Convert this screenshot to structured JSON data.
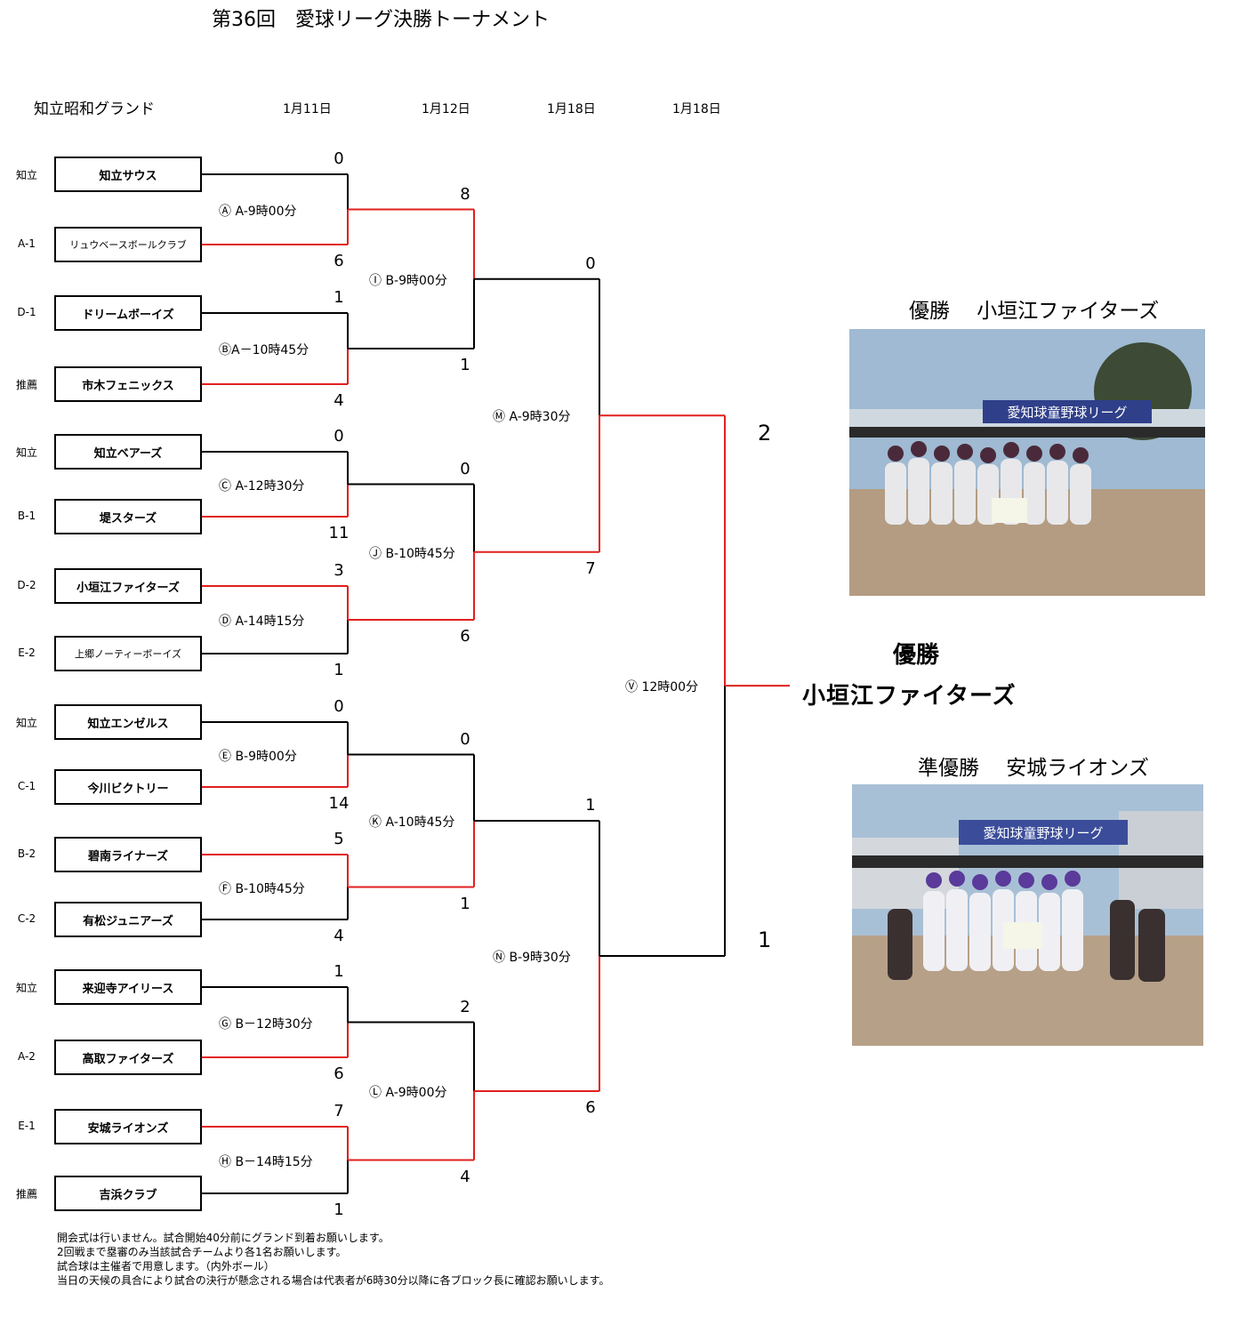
{
  "title": "第36回　愛球リーグ決勝トーナメント",
  "venue": "知立昭和グランド",
  "dates": [
    "1月11日",
    "1月12日",
    "1月18日",
    "1月18日"
  ],
  "teams": [
    {
      "name": "知立サウス",
      "seed": "知立"
    },
    {
      "name": "リュウベースボールクラブ",
      "seed": "A-1"
    },
    {
      "name": "ドリームボーイズ",
      "seed": "D-1"
    },
    {
      "name": "市木フェニックス",
      "seed": "推薦"
    },
    {
      "name": "知立ベアーズ",
      "seed": "知立"
    },
    {
      "name": "堤スターズ",
      "seed": "B-1"
    },
    {
      "name": "小垣江ファイターズ",
      "seed": "D-2"
    },
    {
      "name": "上郷ノーティーボーイズ",
      "seed": "E-2"
    },
    {
      "name": "知立エンゼルス",
      "seed": "知立"
    },
    {
      "name": "今川ビクトリー",
      "seed": "C-1"
    },
    {
      "name": "碧南ライナーズ",
      "seed": "B-2"
    },
    {
      "name": "有松ジュニアーズ",
      "seed": "C-2"
    },
    {
      "name": "来迎寺アイリース",
      "seed": "知立"
    },
    {
      "name": "高取ファイターズ",
      "seed": "A-2"
    },
    {
      "name": "安城ライオンズ",
      "seed": "E-1"
    },
    {
      "name": "吉浜クラブ",
      "seed": "推薦"
    }
  ],
  "games": [
    {
      "label": "Ⓐ  A-9時00分",
      "top_score": "0",
      "bottom_score": "6",
      "winner": "bottom"
    },
    {
      "label": "ⒷA－10時45分",
      "top_score": "1",
      "bottom_score": "4",
      "winner": "bottom"
    },
    {
      "label": "Ⓒ  A-12時30分",
      "top_score": "0",
      "bottom_score": "11",
      "winner": "bottom"
    },
    {
      "label": "Ⓓ  A-14時15分",
      "top_score": "3",
      "bottom_score": "1",
      "winner": "top"
    },
    {
      "label": "Ⓔ    B-9時00分",
      "top_score": "0",
      "bottom_score": "14",
      "winner": "bottom"
    },
    {
      "label": "Ⓕ    B-10時45分",
      "top_score": "5",
      "bottom_score": "4",
      "winner": "top"
    },
    {
      "label": "Ⓖ  B－12時30分",
      "top_score": "1",
      "bottom_score": "6",
      "winner": "bottom"
    },
    {
      "label": "Ⓗ  B－14時15分",
      "top_score": "7",
      "bottom_score": "1",
      "winner": "top"
    },
    {
      "label": "Ⓘ  B-9時00分",
      "top_score": "8",
      "bottom_score": "1",
      "winner": "top"
    },
    {
      "label": "Ⓙ  B-10時45分",
      "top_score": "0",
      "bottom_score": "6",
      "winner": "bottom"
    },
    {
      "label": "Ⓚ  A-10時45分",
      "top_score": "0",
      "bottom_score": "1",
      "winner": "bottom"
    },
    {
      "label": "Ⓛ  A-9時00分",
      "top_score": "2",
      "bottom_score": "4",
      "winner": "bottom"
    },
    {
      "label": "Ⓜ  A-9時30分",
      "top_score": "0",
      "bottom_score": "7",
      "winner": "bottom"
    },
    {
      "label": "Ⓝ  B-9時30分",
      "top_score": "1",
      "bottom_score": "6",
      "winner": "bottom"
    },
    {
      "label": "Ⓥ  12時00分",
      "top_score": "2",
      "bottom_score": "1",
      "winner": "top"
    }
  ],
  "champion": {
    "label": "優勝",
    "team": "小垣江ファイターズ"
  },
  "photo_captions": {
    "winner": "優勝　  小垣江ファイターズ",
    "runner_up": "準優勝　 安城ライオンズ"
  },
  "photo_banner": "愛知球童野球リーグ",
  "notes": [
    "開会式は行いません。試合開始40分前にグランド到着お願いします。",
    "2回戦まで塁審のみ当該試合チームより各1名お願いします。",
    "試合球は主催者で用意します。（内外ボール）",
    "当日の天候の具合により試合の決行が懸念される場合は代表者が6時30分以降に各ブロック長に確認お願いします。"
  ],
  "colors": {
    "winner_line": "#e0201e",
    "line": "#000000",
    "sky": "#9fbad2",
    "ground": "#b39c82"
  }
}
